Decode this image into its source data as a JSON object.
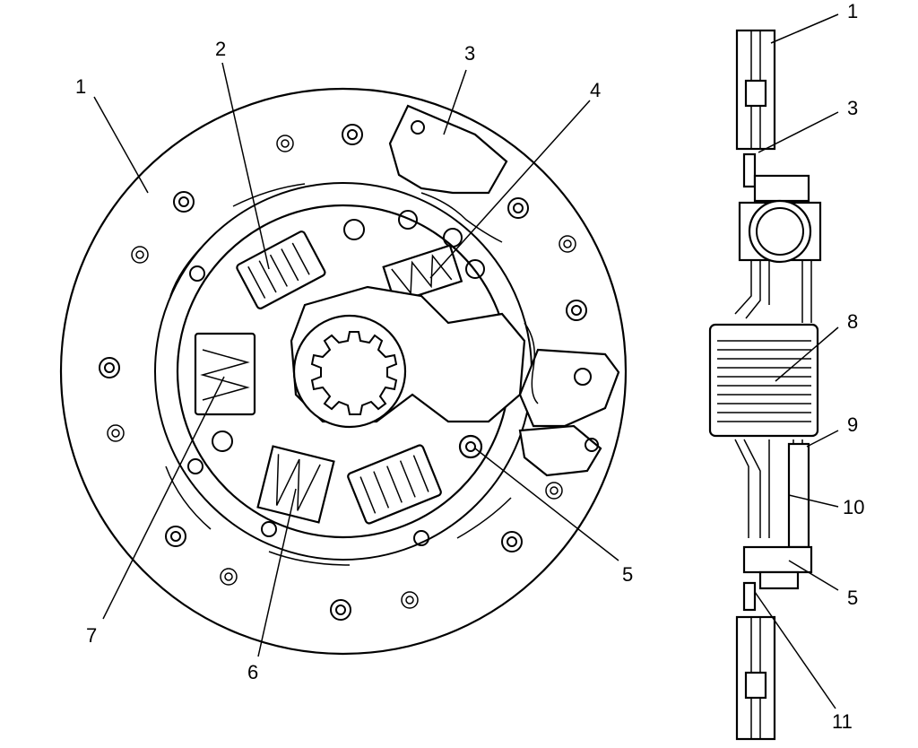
{
  "colors": {
    "ink": "#000000",
    "paper": "#ffffff"
  },
  "front_view": {
    "callouts": [
      {
        "id": "fv-1",
        "text": "1"
      },
      {
        "id": "fv-2",
        "text": "2"
      },
      {
        "id": "fv-3",
        "text": "3"
      },
      {
        "id": "fv-4",
        "text": "4"
      },
      {
        "id": "fv-5",
        "text": "5"
      },
      {
        "id": "fv-6",
        "text": "6"
      },
      {
        "id": "fv-7",
        "text": "7"
      }
    ]
  },
  "side_view": {
    "callouts": [
      {
        "id": "sv-1",
        "text": "1"
      },
      {
        "id": "sv-3",
        "text": "3"
      },
      {
        "id": "sv-8",
        "text": "8"
      },
      {
        "id": "sv-9",
        "text": "9"
      },
      {
        "id": "sv-10",
        "text": "10"
      },
      {
        "id": "sv-5",
        "text": "5"
      },
      {
        "id": "sv-11",
        "text": "11"
      }
    ]
  }
}
